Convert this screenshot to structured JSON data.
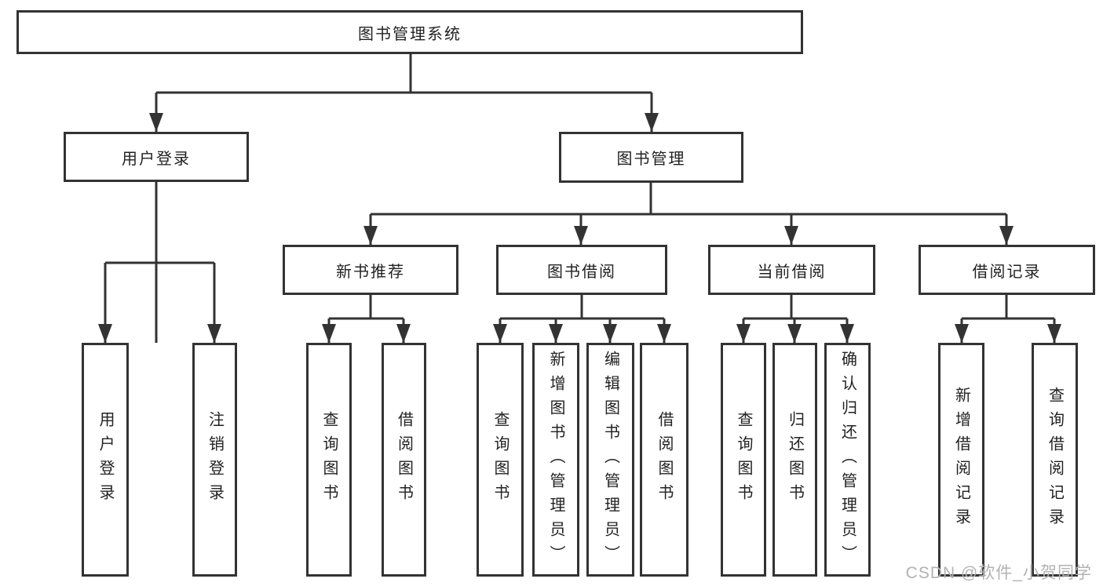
{
  "tree": {
    "root": {
      "label": "图书管理系统"
    },
    "branches": [
      {
        "label": "用户登录",
        "children": [
          {
            "label": "用户登录"
          },
          {
            "label": "注销登录"
          }
        ]
      },
      {
        "label": "图书管理",
        "children": [
          {
            "label": "新书推荐",
            "children": [
              {
                "label": "查询图书"
              },
              {
                "label": "借阅图书"
              }
            ]
          },
          {
            "label": "图书借阅",
            "children": [
              {
                "label": "查询图书"
              },
              {
                "label": "新增图书（管理员）"
              },
              {
                "label": "编辑图书（管理员）"
              },
              {
                "label": "借阅图书"
              }
            ]
          },
          {
            "label": "当前借阅",
            "children": [
              {
                "label": "查询图书"
              },
              {
                "label": "归还图书"
              },
              {
                "label": "确认归还（管理员）"
              }
            ]
          },
          {
            "label": "借阅记录",
            "children": [
              {
                "label": "新增借阅记录"
              },
              {
                "label": "查询借阅记录"
              }
            ]
          }
        ]
      }
    ]
  },
  "colors": {
    "line": "#333333",
    "text": "#222222",
    "watermark": "#b2b2b2",
    "background": "#ffffff"
  },
  "watermark": {
    "text": "CSDN @软件_小贺同学"
  }
}
